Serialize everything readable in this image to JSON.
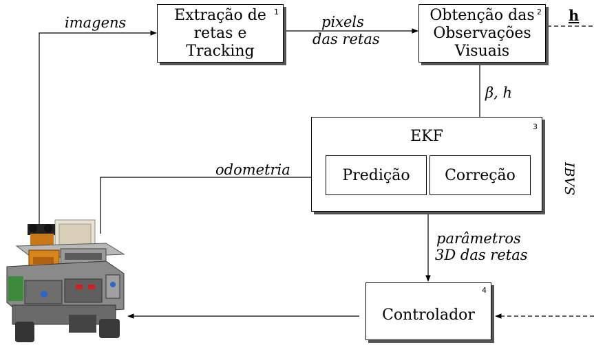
{
  "blocks": {
    "b1": {
      "lines": [
        "Extração de",
        "retas e",
        "Tracking"
      ],
      "number": "1"
    },
    "b2": {
      "lines": [
        "Obtenção das",
        "Observações",
        "Visuais"
      ],
      "number": "2"
    },
    "b3": {
      "title": "EKF",
      "number": "3",
      "sub_left": "Predição",
      "sub_right": "Correção"
    },
    "b4": {
      "label": "Controlador",
      "number": "4"
    }
  },
  "edges": {
    "imagens": "imagens",
    "pixels_1": "pixels",
    "pixels_2": "das retas",
    "beta_h": "β, h",
    "odometria": "odometria",
    "param_1": "parâmetros",
    "param_2": "3D das retas",
    "h_under": "h",
    "side_text": "IBVS"
  },
  "robot_image_label": "robot"
}
